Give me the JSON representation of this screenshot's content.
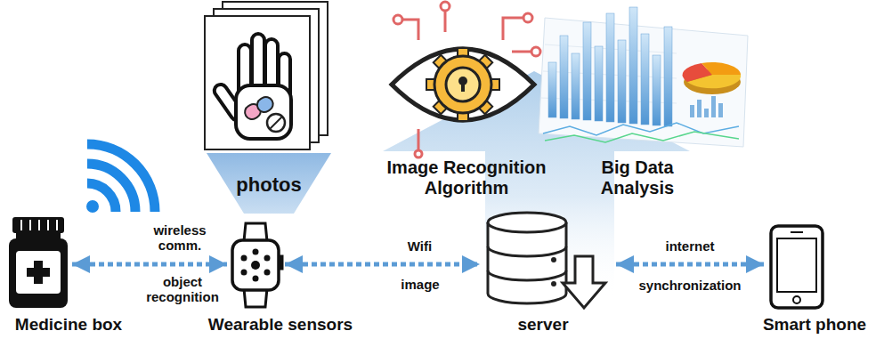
{
  "diagram": {
    "nodes": [
      {
        "text": [
          "Medicine box"
        ]
      },
      {
        "text": [
          "Wearable sensors"
        ]
      },
      {
        "text": [
          "server"
        ]
      },
      {
        "text": [
          "Smart phone"
        ]
      }
    ],
    "edges": [
      {
        "from": 0,
        "to": 1,
        "arrow": "both",
        "label": "wireless comm."
      },
      {
        "from": 1,
        "to": 2,
        "arrow": "both",
        "label": "Wifi"
      },
      {
        "from": 2,
        "to": 3,
        "arrow": "both",
        "label": "internet"
      }
    ],
    "labels": [
      "photos",
      "Image Recognition Algorithm",
      "Big Data Analysis",
      "object recognition",
      "image",
      "synchronization"
    ]
  }
}
